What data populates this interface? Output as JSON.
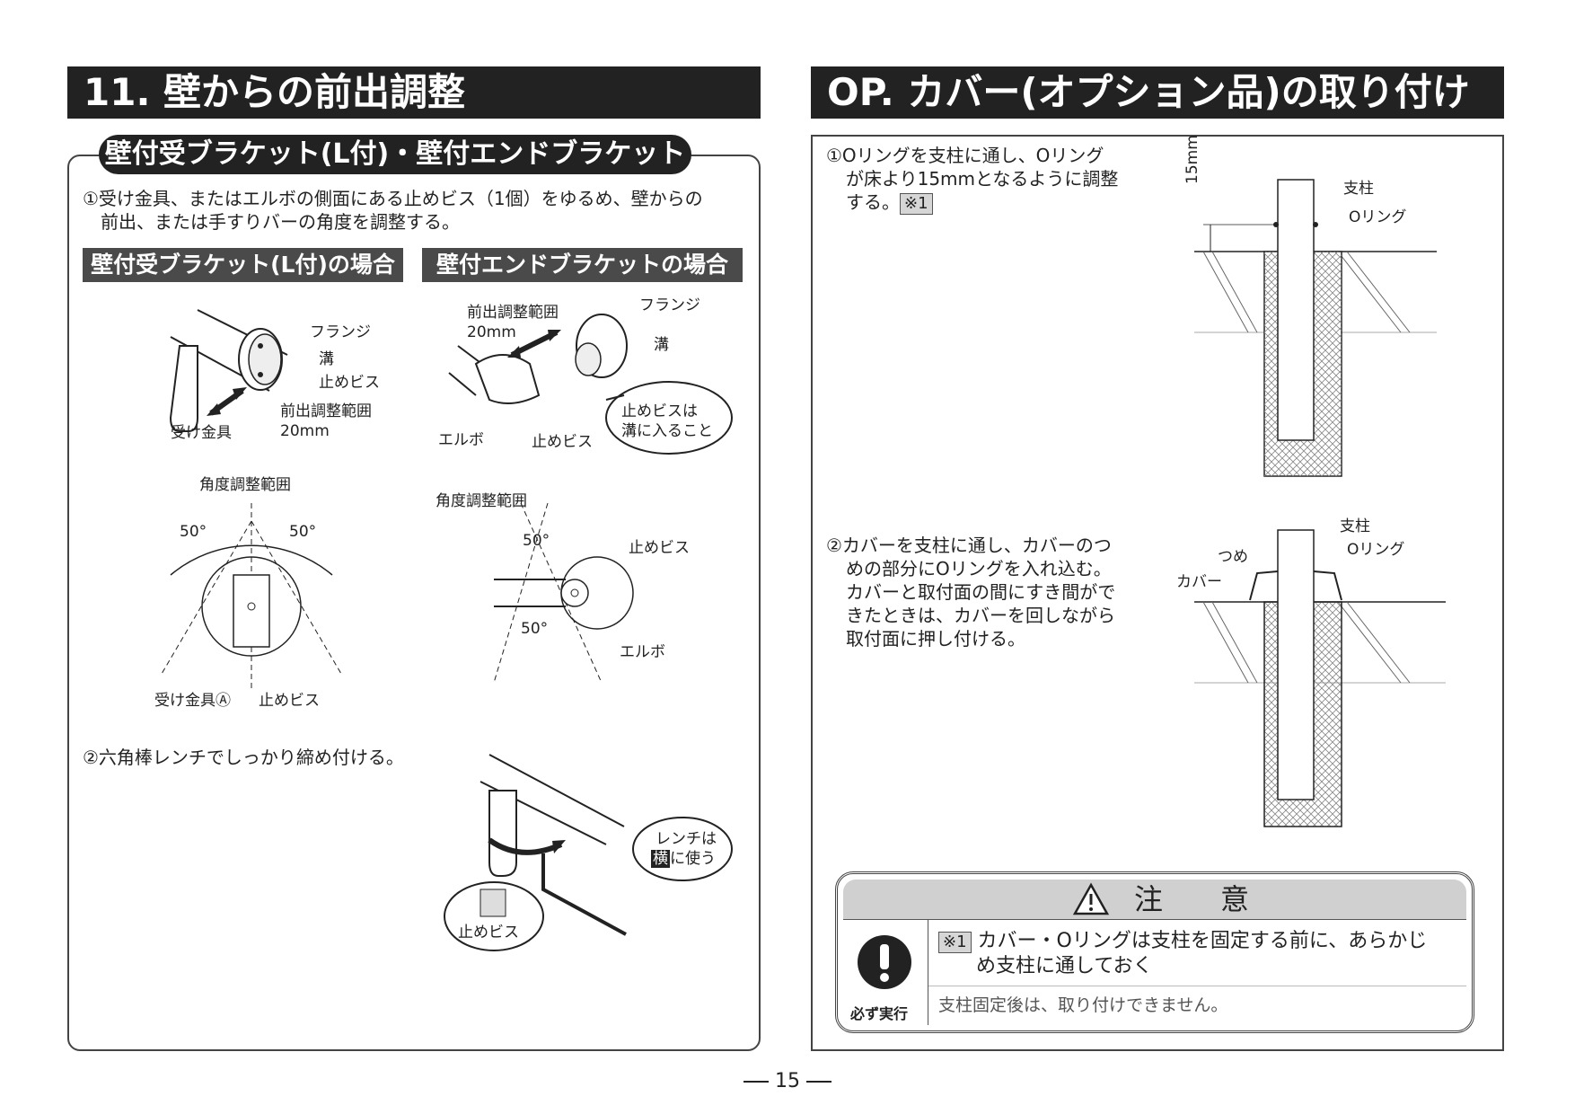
{
  "left": {
    "title": "11. 壁からの前出調整",
    "pill": "壁付受ブラケット(L付)・壁付エンドブラケット",
    "step1_line1": "①受け金具、またはエルボの側面にある止めビス（1個）をゆるめ、壁からの",
    "step1_line2": "前出、または手すりバーの角度を調整する。",
    "sub_a": "壁付受ブラケット(L付)の場合",
    "sub_b": "壁付エンドブラケットの場合",
    "fig1": {
      "flange": "フランジ",
      "groove": "溝",
      "screw": "止めビス",
      "range": "前出調整範囲",
      "range_val": "20mm",
      "bracket": "受け金具"
    },
    "fig2": {
      "range": "前出調整範囲",
      "range_val": "20mm",
      "flange": "フランジ",
      "groove": "溝",
      "elbow": "エルボ",
      "screw": "止めビス",
      "callout_1": "止めビスは",
      "callout_2": "溝に入ること"
    },
    "fig3": {
      "angle_range": "角度調整範囲",
      "deg_left": "50°",
      "deg_right": "50°",
      "bracket": "受け金具Ⓐ",
      "screw": "止めビス"
    },
    "fig4": {
      "angle_range": "角度調整範囲",
      "deg_top": "50°",
      "deg_bottom": "50°",
      "screw": "止めビス",
      "elbow": "エルボ"
    },
    "step2": "②六角棒レンチでしっかり締め付ける。",
    "fig5": {
      "callout_1": "レンチは",
      "callout_2_mark": "横",
      "callout_2_rest": "に使う",
      "screw": "止めビス"
    }
  },
  "right": {
    "title": "OP. カバー(オプション品)の取り付け",
    "step1_line1": "①Oリングを支柱に通し、Oリング",
    "step1_line2": "が床より15mmとなるように調整",
    "step1_line3": "する。",
    "note_mark": "※1",
    "fig1": {
      "dim": "15mm",
      "post": "支柱",
      "oring": "Oリング"
    },
    "step2_line1": "②カバーを支柱に通し、カバーのつ",
    "step2_line2": "めの部分にOリングを入れ込む。",
    "step2_line3": "カバーと取付面の間にすき間がで",
    "step2_line4": "きたときは、カバーを回しながら",
    "step2_line5": "取付面に押し付ける。",
    "fig2": {
      "post": "支柱",
      "claw": "つめ",
      "oring": "Oリング",
      "cover": "カバー"
    },
    "caution": {
      "title": "注　　意",
      "mark": "※1",
      "line1": "カバー・Oリングは支柱を固定する前に、あらかじ",
      "line2": "め支柱に通しておく",
      "sub": "支柱固定後は、取り付けできません。",
      "badge": "必ず実行"
    }
  },
  "page_number": "15"
}
